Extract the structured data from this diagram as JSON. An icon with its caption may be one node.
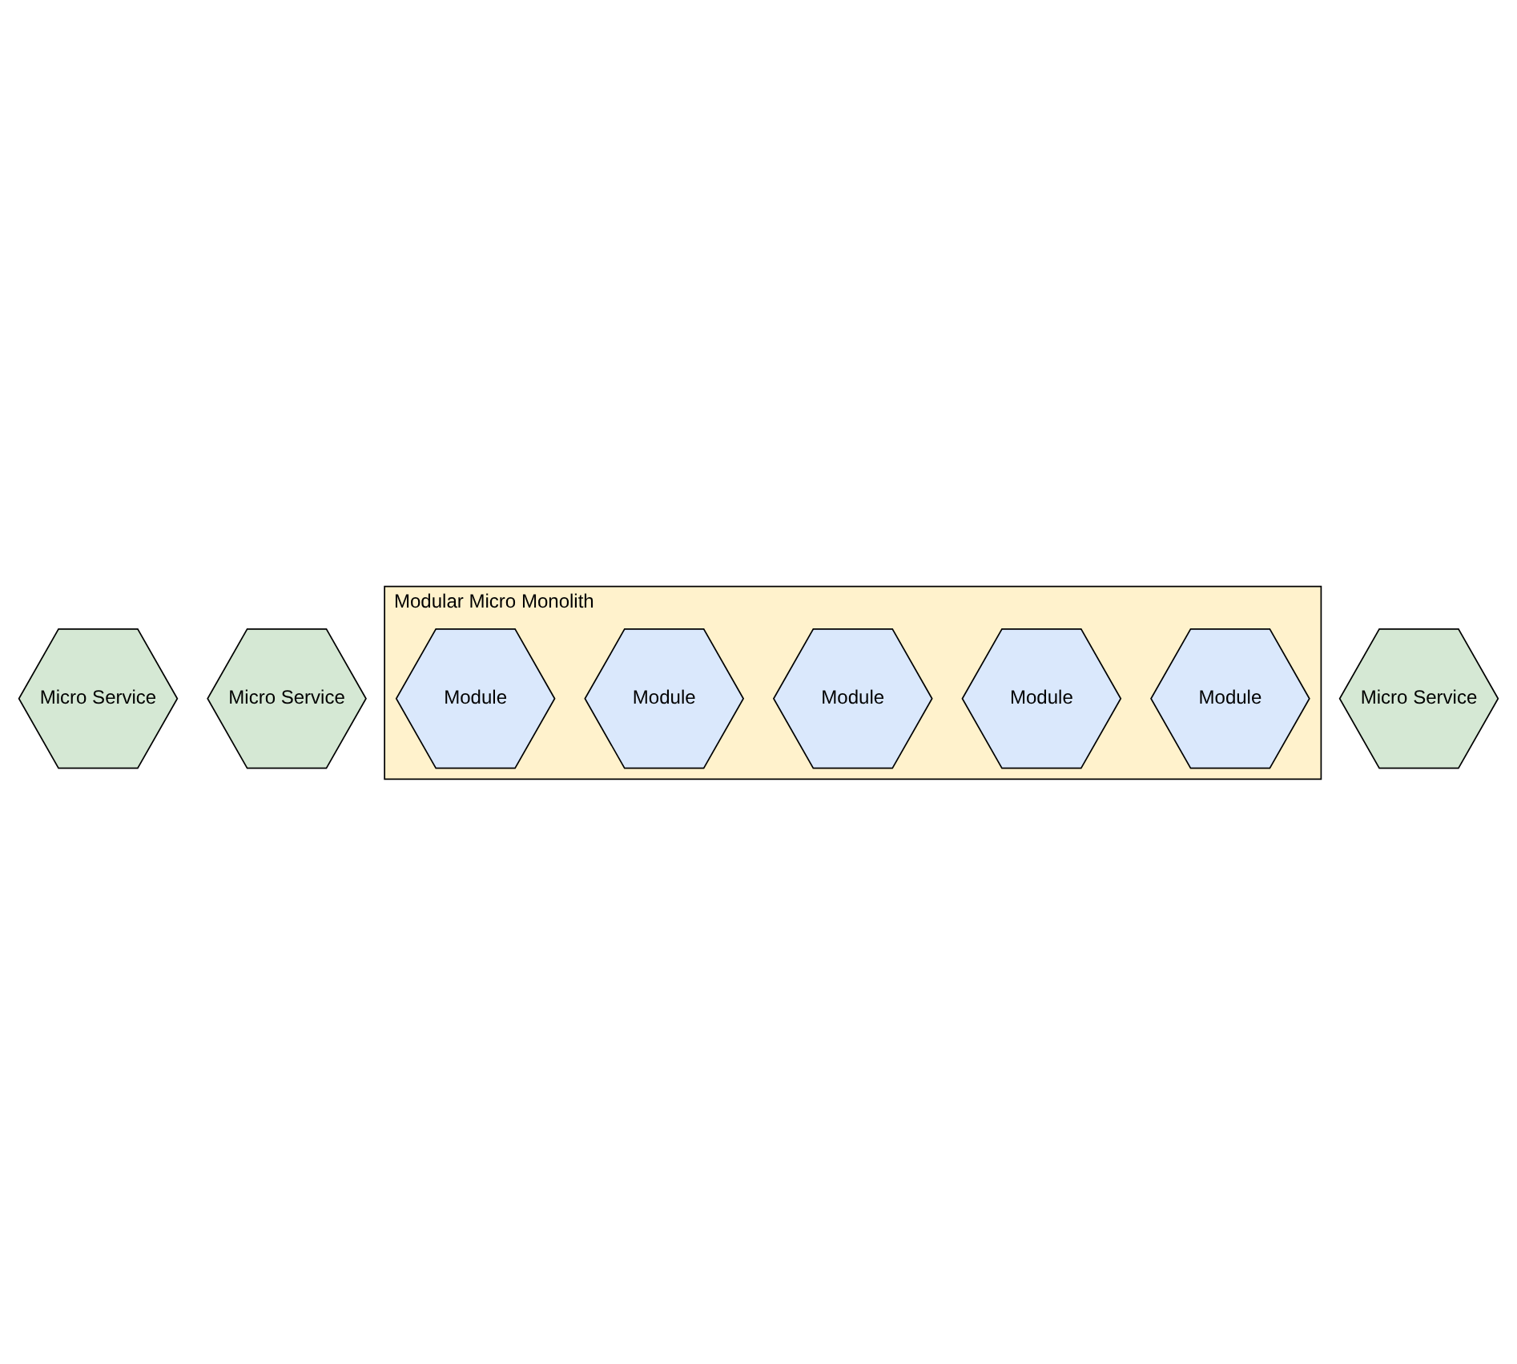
{
  "diagram": {
    "nodes": [
      {
        "text": [
          "Micro Service"
        ]
      },
      {
        "text": [
          "Micro Service"
        ]
      },
      {
        "text": [
          "Modular Micro Monolith"
        ]
      },
      {
        "text": [
          "Module"
        ],
        "in": 2
      },
      {
        "text": [
          "Module"
        ],
        "in": 2
      },
      {
        "text": [
          "Module"
        ],
        "in": 2
      },
      {
        "text": [
          "Module"
        ],
        "in": 2
      },
      {
        "text": [
          "Module"
        ],
        "in": 2
      },
      {
        "text": [
          "Micro Service"
        ]
      }
    ],
    "edges": []
  }
}
